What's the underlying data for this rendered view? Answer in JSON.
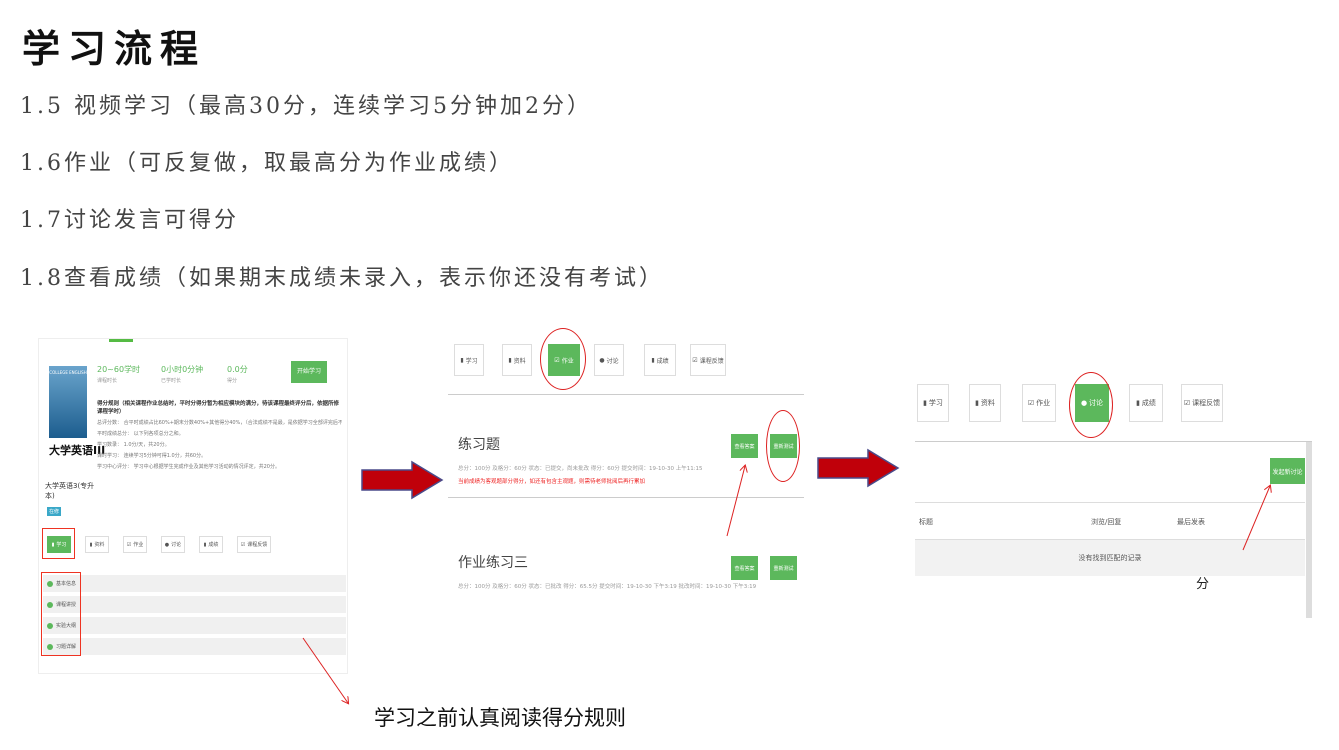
{
  "slide": {
    "title": "学习流程",
    "lines": [
      "1.5 视频学习（最高30分，连续学习5分钟加2分）",
      "1.6作业（可反复做，取最高分为作业成绩）",
      "1.7讨论发言可得分",
      "1.8查看成绩（如果期末成绩未录入，表示你还没有考试）"
    ],
    "caption": "学习之前认真阅读得分规则",
    "stray_text": "分"
  },
  "panel1": {
    "cover_text": "COLLEGE ENGLISH",
    "course_name": "大学英语III",
    "stats": [
      {
        "value": "20~60学时",
        "label": "课程时长"
      },
      {
        "value": "0小时0分钟",
        "label": "已学时长"
      },
      {
        "value": "0.0分",
        "label": "得分"
      }
    ],
    "start_button": "开始学习",
    "rules_title": "得分规则（相关课程作业总结时，平时分得分暂为相应模块的满分，待该课程最终评分后，依据所修课程学时）",
    "rules": [
      "总评分数：    合平时成绩占比60%+期末分数40%+其他得分40%，（合法成绩不是最，是依据学习全部评完后不再算入合法成绩）",
      "平时成绩总分：  以下列各项总分之和。",
      "学习数录：     1.0分/天，共20分。",
      "课时学习：     连续学习5分钟可得1.0分，共60分。",
      "学习中心评分：  学习中心根据学生完成作业及其他学习活动的情况评定，共20分。"
    ],
    "subtitle": "大学英语3(专升本)",
    "badge": "在修",
    "tabs": [
      "学习",
      "资料",
      "作业",
      "讨论",
      "成绩",
      "课程反馈"
    ],
    "menu": [
      "基本信息",
      "课程讲授",
      "实验大纲",
      "习题详解"
    ]
  },
  "panel2": {
    "tabs": [
      "学习",
      "资料",
      "作业",
      "讨论",
      "成绩",
      "课程反馈"
    ],
    "homeworks": [
      {
        "title": "练习题",
        "meta": "总分：100分  及格分：60分  状态：已提交，尚未批改    得分：60分  提交时间：19-10-30 上午11:15",
        "notice": "当前成绩为客观题部分得分，如还有包含主观题，则需待老师批阅后再行累加",
        "view_btn": "查看答案",
        "redo_btn": "重新测试"
      },
      {
        "title": "作业练习三",
        "meta": "总分：100分  及格分：60分  状态：已批改    得分：65.5分  提交时间：19-10-30 下午3:19  批改时间：19-10-30 下午3:19",
        "notice": "",
        "view_btn": "查看答案",
        "redo_btn": "重新测试"
      }
    ]
  },
  "panel3": {
    "tabs": [
      "学习",
      "资料",
      "作业",
      "讨论",
      "成绩",
      "课程反馈"
    ],
    "new_button": "发起新讨论",
    "columns": [
      "标题",
      "浏览/回复",
      "最后发表"
    ],
    "empty_text": "没有找到匹配的记录"
  },
  "colors": {
    "accent_green": "#5cb85c",
    "highlight_red": "#dd2222",
    "arrow_red": "#c0000a"
  }
}
